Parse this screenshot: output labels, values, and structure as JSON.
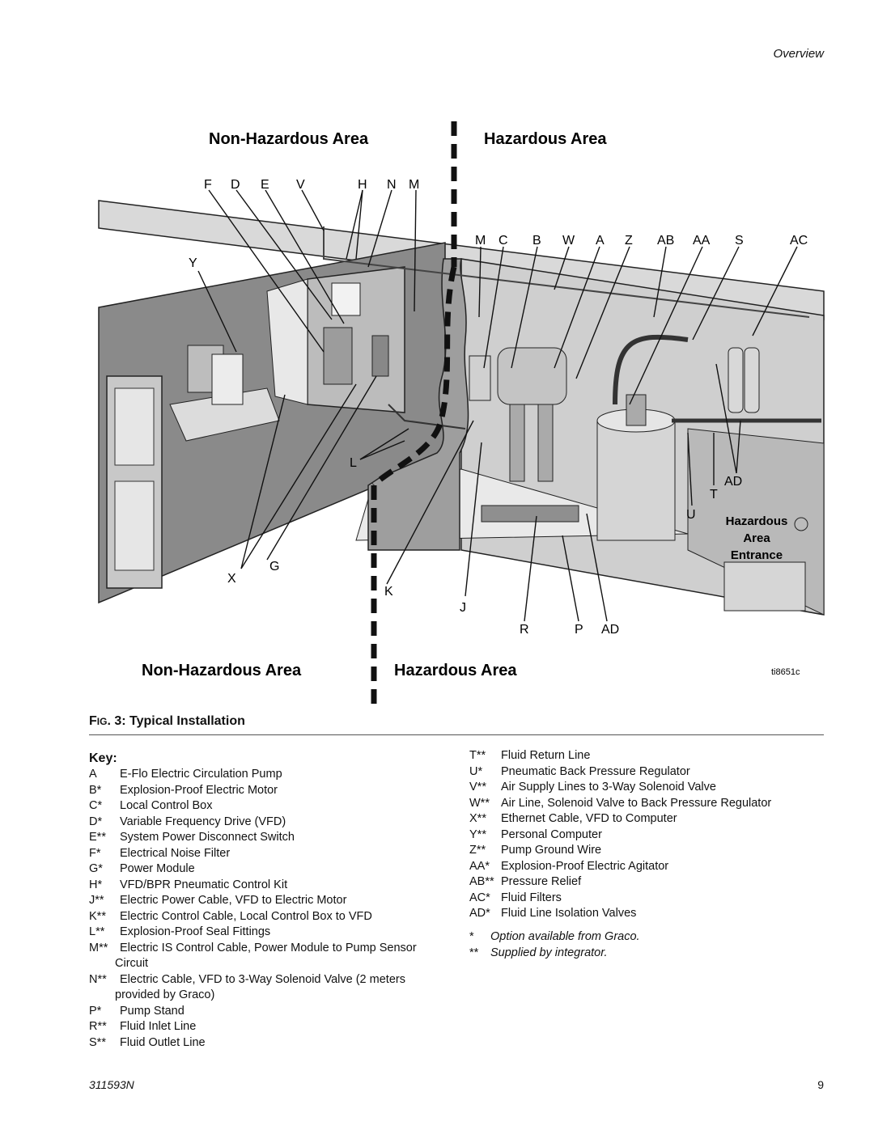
{
  "header": {
    "section": "Overview"
  },
  "figure": {
    "top_left_heading": "Non-Hazardous Area",
    "top_right_heading": "Hazardous Area",
    "bottom_left_heading": "Non-Hazardous Area",
    "bottom_right_heading": "Hazardous Area",
    "entrance_line1": "Hazardous",
    "entrance_line2": "Area",
    "entrance_line3": "Entrance",
    "image_id": "ti8651c",
    "callouts": {
      "F": "F",
      "D": "D",
      "E": "E",
      "V": "V",
      "H": "H",
      "N": "N",
      "M_top": "M",
      "Y": "Y",
      "M_right": "M",
      "C": "C",
      "B": "B",
      "W": "W",
      "A": "A",
      "Z": "Z",
      "AB": "AB",
      "AA": "AA",
      "S": "S",
      "AC": "AC",
      "AD_mid": "AD",
      "T": "T",
      "U": "U",
      "L": "L",
      "G": "G",
      "X": "X",
      "K": "K",
      "J": "J",
      "R": "R",
      "P": "P",
      "AD_bottom": "AD"
    }
  },
  "caption": {
    "fig_prefix_big": "F",
    "fig_prefix_small": "IG",
    "fig_rest": ". 3: Typical Installation"
  },
  "key": {
    "heading": "Key:",
    "left": [
      {
        "code": "A",
        "desc": "E-Flo Electric Circulation Pump"
      },
      {
        "code": "B*",
        "desc": "Explosion-Proof Electric Motor"
      },
      {
        "code": "C*",
        "desc": "Local Control Box"
      },
      {
        "code": "D*",
        "desc": "Variable Frequency Drive (VFD)"
      },
      {
        "code": "E**",
        "desc": "System Power Disconnect Switch"
      },
      {
        "code": "F*",
        "desc": "Electrical Noise Filter"
      },
      {
        "code": "G*",
        "desc": "Power Module"
      },
      {
        "code": "H*",
        "desc": "VFD/BPR Pneumatic Control Kit"
      },
      {
        "code": "J**",
        "desc": "Electric Power Cable, VFD to Electric Motor"
      },
      {
        "code": "K**",
        "desc": "Electric Control Cable, Local Control Box to VFD"
      },
      {
        "code": "L**",
        "desc": "Explosion-Proof Seal Fittings"
      },
      {
        "code": "M**",
        "desc": "Electric IS Control Cable, Power Module to Pump Sensor",
        "cont": "Circuit"
      },
      {
        "code": "N**",
        "desc": "Electric Cable, VFD to 3-Way Solenoid Valve (2 meters",
        "cont": "provided by Graco)"
      },
      {
        "code": "P*",
        "desc": "Pump Stand"
      },
      {
        "code": "R**",
        "desc": "Fluid Inlet Line"
      },
      {
        "code": "S**",
        "desc": "Fluid Outlet Line"
      }
    ],
    "right": [
      {
        "code": "T**",
        "desc": "Fluid Return Line"
      },
      {
        "code": "U*",
        "desc": "Pneumatic Back Pressure Regulator"
      },
      {
        "code": "V**",
        "desc": "Air Supply Lines to 3-Way Solenoid Valve"
      },
      {
        "code": "W**",
        "desc": "Air Line, Solenoid Valve to Back Pressure Regulator"
      },
      {
        "code": "X**",
        "desc": "Ethernet Cable, VFD to Computer"
      },
      {
        "code": "Y**",
        "desc": "Personal Computer"
      },
      {
        "code": "Z**",
        "desc": "Pump Ground Wire"
      },
      {
        "code": "AA*",
        "desc": "Explosion-Proof Electric Agitator"
      },
      {
        "code": "AB**",
        "desc": "Pressure Relief"
      },
      {
        "code": "AC*",
        "desc": "Fluid Filters"
      },
      {
        "code": "AD*",
        "desc": "Fluid Line Isolation Valves"
      }
    ],
    "notes": [
      {
        "mark": "*",
        "text": "Option available from Graco."
      },
      {
        "mark": "**",
        "text": "Supplied by integrator."
      }
    ]
  },
  "footer": {
    "doc_number": "311593N",
    "page": "9"
  }
}
